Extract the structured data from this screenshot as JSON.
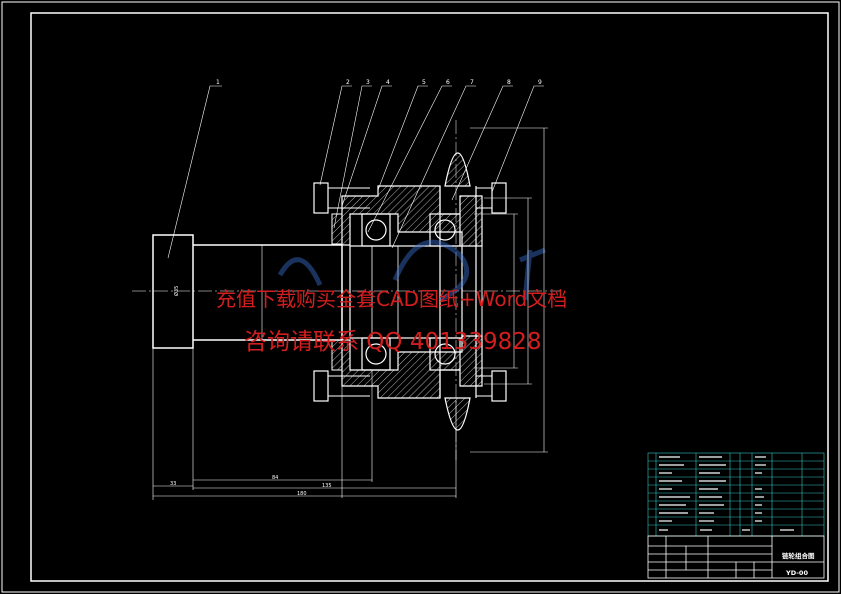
{
  "drawing": {
    "balloons": [
      "1",
      "2",
      "3",
      "4",
      "5",
      "6",
      "7",
      "8",
      "9"
    ],
    "dimensions": {
      "d1": "33",
      "d2": "84",
      "d3": "135",
      "d4": "180",
      "shaft_dia": "Ø35"
    }
  },
  "watermark": {
    "line1": "充值下载购买全套CAD图纸+Word文档",
    "line2": "咨询请联系  QQ 401339828"
  },
  "colors": {
    "line": "#ffffff",
    "hatch": "#ffffff",
    "cyan_table": "#2ec4c4",
    "watermark": "#d21e1e"
  },
  "title_block": {
    "drawing_name": "链轮组合图",
    "drawing_number": "YD-00"
  }
}
